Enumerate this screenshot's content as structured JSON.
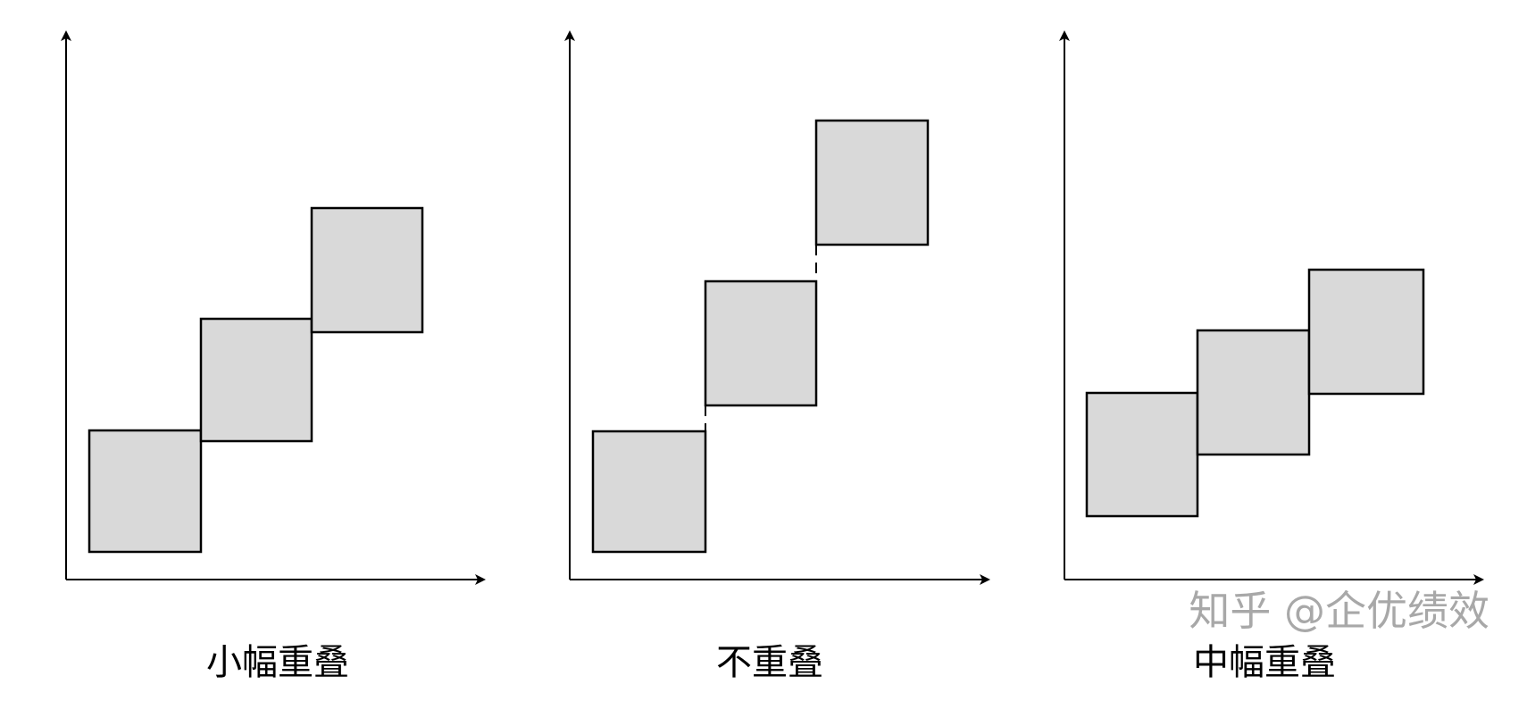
{
  "colors": {
    "box_fill": "#d9d9d9",
    "stroke": "#000000",
    "watermark": "#9a9a9a"
  },
  "panels": [
    {
      "label": "小幅重叠"
    },
    {
      "label": "不重叠"
    },
    {
      "label": "中幅重叠"
    }
  ],
  "watermark": "知乎 @企优绩效"
}
